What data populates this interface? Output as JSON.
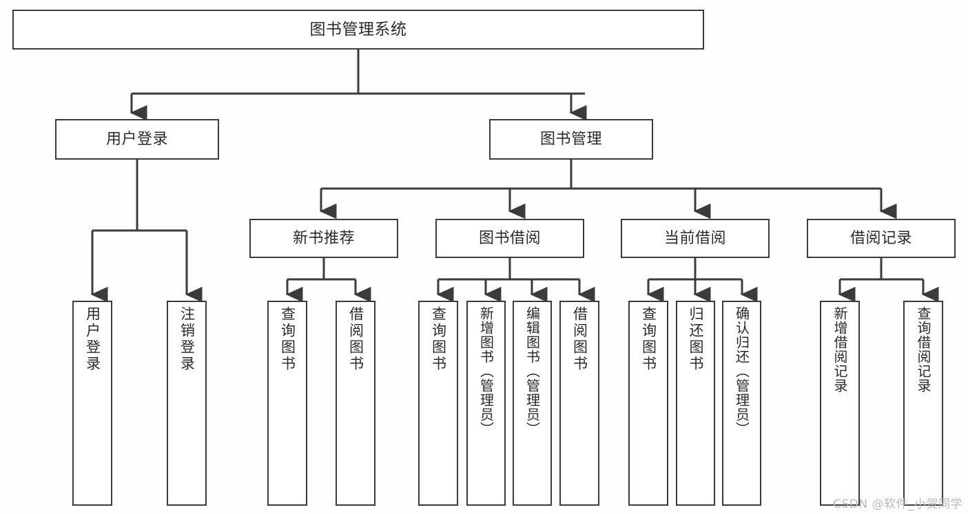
{
  "diagram": {
    "type": "tree-hierarchy",
    "title": "图书管理系统",
    "watermark": "CSDN @软件_小贺同学",
    "colors": {
      "background": "#fefefe",
      "node_fill": "#ffffff",
      "node_border": "#3b3b3b",
      "edge": "#3b3b3b",
      "text": "#2a2a2a",
      "watermark": "#b9b9b9"
    },
    "nodes": {
      "root": {
        "label": "图书管理系统",
        "level": 0,
        "orientation": "horizontal"
      },
      "l1": [
        {
          "id": "user_login",
          "label": "用户登录",
          "level": 1,
          "orientation": "horizontal"
        },
        {
          "id": "book_manage",
          "label": "图书管理",
          "level": 1,
          "orientation": "horizontal"
        }
      ],
      "l2": [
        {
          "id": "new_book_rec",
          "label": "新书推荐",
          "level": 2,
          "orientation": "horizontal",
          "parent": "book_manage"
        },
        {
          "id": "book_borrow",
          "label": "图书借阅",
          "level": 2,
          "orientation": "horizontal",
          "parent": "book_manage"
        },
        {
          "id": "current_borrow",
          "label": "当前借阅",
          "level": 2,
          "orientation": "horizontal",
          "parent": "book_manage"
        },
        {
          "id": "borrow_record",
          "label": "借阅记录",
          "level": 2,
          "orientation": "horizontal",
          "parent": "book_manage"
        }
      ],
      "leaves": [
        {
          "id": "leaf_user_login",
          "label": "用户登录",
          "parent": "user_login",
          "orientation": "vertical"
        },
        {
          "id": "leaf_user_logout",
          "label": "注销登录",
          "parent": "user_login",
          "orientation": "vertical"
        },
        {
          "id": "leaf_query_book_1",
          "label": "查询图书",
          "parent": "new_book_rec",
          "orientation": "vertical"
        },
        {
          "id": "leaf_borrow_book_1",
          "label": "借阅图书",
          "parent": "new_book_rec",
          "orientation": "vertical"
        },
        {
          "id": "leaf_query_book_2",
          "label": "查询图书",
          "parent": "book_borrow",
          "orientation": "vertical"
        },
        {
          "id": "leaf_add_book",
          "label": "新增图书（管理员）",
          "parent": "book_borrow",
          "orientation": "vertical"
        },
        {
          "id": "leaf_edit_book",
          "label": "编辑图书（管理员）",
          "parent": "book_borrow",
          "orientation": "vertical"
        },
        {
          "id": "leaf_borrow_book_2",
          "label": "借阅图书",
          "parent": "book_borrow",
          "orientation": "vertical"
        },
        {
          "id": "leaf_query_book_3",
          "label": "查询图书",
          "parent": "current_borrow",
          "orientation": "vertical"
        },
        {
          "id": "leaf_return_book",
          "label": "归还图书",
          "parent": "current_borrow",
          "orientation": "vertical"
        },
        {
          "id": "leaf_confirm_return",
          "label": "确认归还（管理员）",
          "parent": "current_borrow",
          "orientation": "vertical"
        },
        {
          "id": "leaf_add_record",
          "label": "新增借阅记录",
          "parent": "borrow_record",
          "orientation": "vertical"
        },
        {
          "id": "leaf_query_record",
          "label": "查询借阅记录",
          "parent": "borrow_record",
          "orientation": "vertical"
        }
      ]
    }
  }
}
